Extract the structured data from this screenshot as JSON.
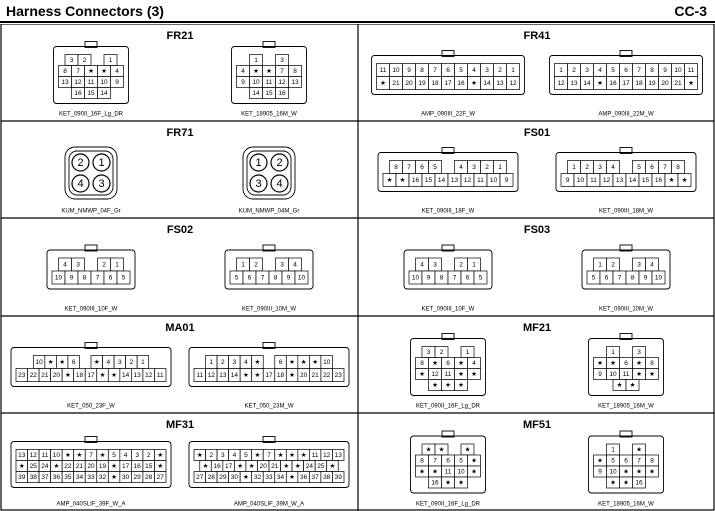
{
  "header": {
    "title": "Harness Connectors (3)",
    "code": "CC-3"
  },
  "colors": {
    "line": "#000000",
    "text": "#000000",
    "background": "#ffffff"
  },
  "cells": [
    {
      "title": "FR21",
      "connectors": [
        {
          "part": "KET_090II_16F_Lg_DR",
          "rows": [
            [
              "3",
              "2",
              "",
              "1"
            ],
            [
              "8",
              "7",
              "★",
              "★",
              "4"
            ],
            [
              "13",
              "12",
              "11",
              "10",
              "9"
            ],
            [
              "16",
              "15",
              "14"
            ]
          ]
        },
        {
          "part": "KET_18905_16M_W",
          "rows": [
            [
              "1",
              "",
              "3"
            ],
            [
              "4",
              "★",
              "★",
              "7",
              "8"
            ],
            [
              "9",
              "10",
              "11",
              "12",
              "13"
            ],
            [
              "14",
              "15",
              "16"
            ]
          ]
        }
      ]
    },
    {
      "title": "FR41",
      "connectors": [
        {
          "part": "AMP_090III_22F_W",
          "rows": [
            [
              "11",
              "10",
              "9",
              "8",
              "7",
              "6",
              "5",
              "4",
              "3",
              "2",
              "1"
            ],
            [
              "★",
              "21",
              "20",
              "19",
              "18",
              "17",
              "16",
              "★",
              "14",
              "13",
              "12"
            ]
          ]
        },
        {
          "part": "AMP_090III_22M_W",
          "rows": [
            [
              "1",
              "2",
              "3",
              "4",
              "5",
              "6",
              "7",
              "8",
              "9",
              "10",
              "11"
            ],
            [
              "12",
              "13",
              "14",
              "★",
              "16",
              "17",
              "18",
              "19",
              "20",
              "21",
              "★"
            ]
          ]
        }
      ]
    },
    {
      "title": "FR71",
      "connectors": [
        {
          "part": "KUM_NMWP_04F_Gr",
          "circles": [
            "2",
            "1",
            "4",
            "3"
          ]
        },
        {
          "part": "KUM_NMWP_04M_Gr",
          "circles": [
            "1",
            "2",
            "3",
            "4"
          ]
        }
      ]
    },
    {
      "title": "FS01",
      "connectors": [
        {
          "part": "KET_090III_18F_W",
          "rows": [
            [
              "8",
              "7",
              "6",
              "5",
              "",
              "4",
              "3",
              "2",
              "1"
            ],
            [
              "★",
              "★",
              "16",
              "15",
              "14",
              "13",
              "12",
              "11",
              "10",
              "9"
            ]
          ]
        },
        {
          "part": "KET_090III_18M_W",
          "rows": [
            [
              "1",
              "2",
              "3",
              "4",
              "",
              "5",
              "6",
              "7",
              "8"
            ],
            [
              "9",
              "10",
              "11",
              "12",
              "13",
              "14",
              "15",
              "16",
              "★",
              "★"
            ]
          ]
        }
      ]
    },
    {
      "title": "FS02",
      "connectors": [
        {
          "part": "KET_090III_10F_W",
          "rows": [
            [
              "4",
              "3",
              "",
              "2",
              "1"
            ],
            [
              "10",
              "9",
              "8",
              "7",
              "6",
              "5"
            ]
          ]
        },
        {
          "part": "KET_090III_10M_W",
          "rows": [
            [
              "1",
              "2",
              "",
              "3",
              "4"
            ],
            [
              "5",
              "6",
              "7",
              "8",
              "9",
              "10"
            ]
          ]
        }
      ]
    },
    {
      "title": "FS03",
      "connectors": [
        {
          "part": "KET_090III_10F_W",
          "rows": [
            [
              "4",
              "3",
              "",
              "2",
              "1"
            ],
            [
              "10",
              "9",
              "8",
              "7",
              "6",
              "5"
            ]
          ]
        },
        {
          "part": "KET_090III_10M_W",
          "rows": [
            [
              "1",
              "2",
              "",
              "3",
              "4"
            ],
            [
              "5",
              "6",
              "7",
              "8",
              "9",
              "10"
            ]
          ]
        }
      ]
    },
    {
      "title": "MA01",
      "connectors": [
        {
          "part": "KET_050_23F_W",
          "rows": [
            [
              "10",
              "★",
              "★",
              "6",
              "",
              "★",
              "4",
              "3",
              "2",
              "1"
            ],
            [
              "23",
              "22",
              "21",
              "20",
              "★",
              "18",
              "17",
              "★",
              "★",
              "14",
              "13",
              "12",
              "11"
            ]
          ]
        },
        {
          "part": "KET_050_23M_W",
          "rows": [
            [
              "1",
              "2",
              "3",
              "4",
              "★",
              "",
              "6",
              "★",
              "★",
              "★",
              "10"
            ],
            [
              "11",
              "12",
              "13",
              "14",
              "★",
              "★",
              "17",
              "18",
              "★",
              "20",
              "21",
              "22",
              "23"
            ]
          ]
        }
      ]
    },
    {
      "title": "MF21",
      "connectors": [
        {
          "part": "KET_090II_16F_Lg_DR",
          "rows": [
            [
              "3",
              "2",
              "",
              "1"
            ],
            [
              "8",
              "★",
              "6",
              "★",
              "4"
            ],
            [
              "★",
              "12",
              "11",
              "★",
              "★"
            ],
            [
              "★",
              "★",
              "★"
            ]
          ]
        },
        {
          "part": "KET_18905_16M_W",
          "rows": [
            [
              "1",
              "",
              "3"
            ],
            [
              "★",
              "★",
              "6",
              "★",
              "8"
            ],
            [
              "9",
              "10",
              "11",
              "★",
              "★"
            ],
            [
              "★",
              "★"
            ]
          ]
        }
      ]
    },
    {
      "title": "MF31",
      "connectors": [
        {
          "part": "AMP_040SLIF_39F_W_A",
          "rows": [
            [
              "13",
              "12",
              "11",
              "10",
              "★",
              "★",
              "7",
              "★",
              "5",
              "4",
              "3",
              "2",
              "★"
            ],
            [
              "★",
              "25",
              "24",
              "★",
              "22",
              "21",
              "20",
              "19",
              "★",
              "17",
              "16",
              "15",
              "★"
            ],
            [
              "39",
              "38",
              "37",
              "36",
              "35",
              "34",
              "33",
              "32",
              "★",
              "30",
              "29",
              "28",
              "27"
            ]
          ]
        },
        {
          "part": "AMP_040SLIF_39M_W_A",
          "rows": [
            [
              "★",
              "2",
              "3",
              "4",
              "5",
              "★",
              "7",
              "★",
              "★",
              "★",
              "11",
              "12",
              "13"
            ],
            [
              "★",
              "16",
              "17",
              "★",
              "★",
              "20",
              "21",
              "★",
              "★",
              "24",
              "25",
              "★"
            ],
            [
              "27",
              "28",
              "29",
              "30",
              "★",
              "32",
              "33",
              "34",
              "★",
              "36",
              "37",
              "38",
              "39"
            ]
          ]
        }
      ]
    },
    {
      "title": "MF51",
      "connectors": [
        {
          "part": "KET_090II_16F_Lg_DR",
          "rows": [
            [
              "★",
              "★",
              "",
              "★"
            ],
            [
              "8",
              "7",
              "6",
              "5",
              "★"
            ],
            [
              "★",
              "★",
              "11",
              "10",
              "★"
            ],
            [
              "16",
              "★",
              "★"
            ]
          ]
        },
        {
          "part": "KET_18905_16M_W",
          "rows": [
            [
              "1",
              "",
              "★"
            ],
            [
              "★",
              "5",
              "6",
              "7",
              "8"
            ],
            [
              "9",
              "10",
              "★",
              "★",
              "★"
            ],
            [
              "★",
              "★",
              "16"
            ]
          ]
        }
      ]
    }
  ]
}
